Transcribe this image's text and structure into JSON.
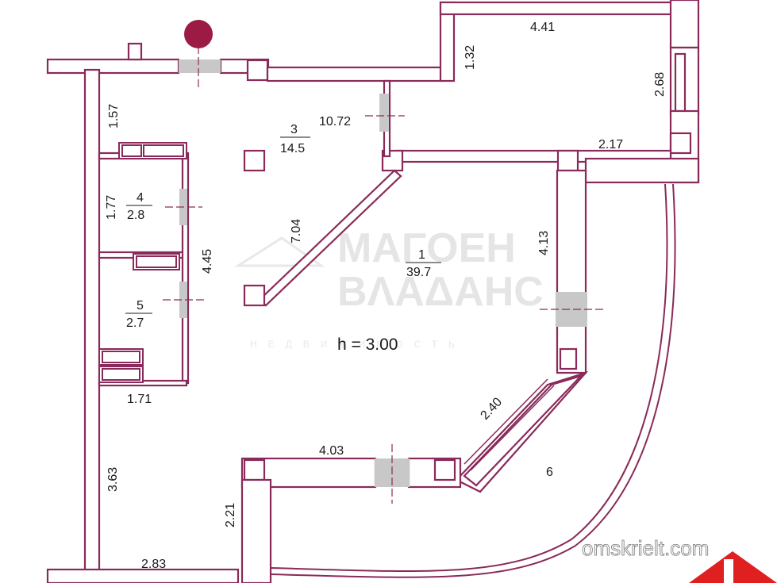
{
  "plan": {
    "ceiling_height": "h = 3.00",
    "rooms": [
      {
        "number": "3",
        "area": "14.5"
      },
      {
        "number": "4",
        "area": "2.8"
      },
      {
        "number": "5",
        "area": "2.7"
      },
      {
        "number": "1",
        "area": "39.7"
      },
      {
        "number": "6",
        "area": ""
      }
    ],
    "dimensions": {
      "d_441": "4.41",
      "d_132": "1.32",
      "d_268": "2.68",
      "d_1072": "10.72",
      "d_217": "2.17",
      "d_157": "1.57",
      "d_177": "1.77",
      "d_445": "4.45",
      "d_704": "7.04",
      "d_413": "4.13",
      "d_171": "1.71",
      "d_240": "2.40",
      "d_403": "4.03",
      "d_363": "3.63",
      "d_221": "2.21",
      "d_283": "2.83"
    },
    "watermark_site": "omskrielt.com",
    "colors": {
      "wall": "#8a2a5a",
      "opening": "#c8c8c8",
      "entrance_marker": "#9b1b45",
      "badge": "#e02020"
    }
  }
}
